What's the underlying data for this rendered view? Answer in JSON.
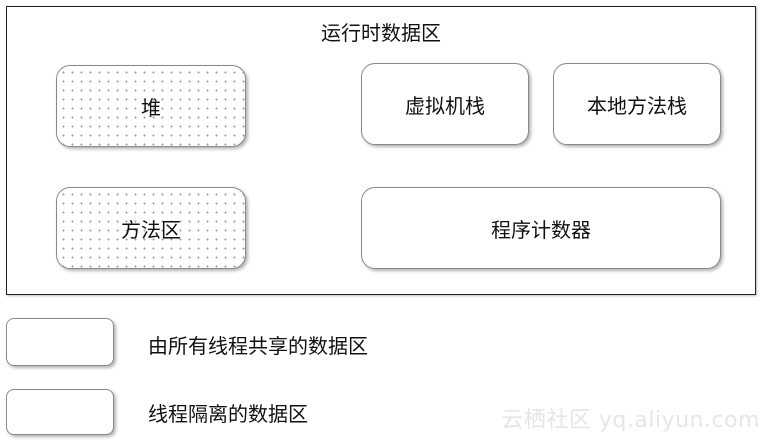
{
  "diagram": {
    "title": "运行时数据区",
    "areas": {
      "heap": {
        "label": "堆",
        "shared": true
      },
      "method_area": {
        "label": "方法区",
        "shared": true
      },
      "vm_stack": {
        "label": "虚拟机栈",
        "shared": false
      },
      "native_method_stack": {
        "label": "本地方法栈",
        "shared": false
      },
      "program_counter": {
        "label": "程序计数器",
        "shared": false
      }
    }
  },
  "legend": {
    "shared": {
      "label": "由所有线程共享的数据区",
      "pattern": "dotted"
    },
    "isolated": {
      "label": "线程隔离的数据区",
      "pattern": "plain"
    }
  },
  "watermark": "云栖社区 yq.aliyun.com"
}
